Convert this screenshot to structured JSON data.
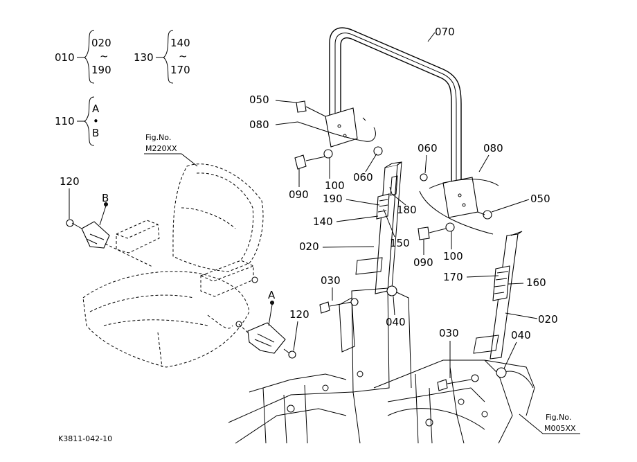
{
  "legend": {
    "range1": {
      "id": "010",
      "from": "020",
      "tilde": "~",
      "to": "190"
    },
    "range2": {
      "id": "130",
      "from": "140",
      "tilde": "~",
      "to": "170"
    },
    "range3": {
      "id": "110",
      "a": "A",
      "dot": "•",
      "b": "B"
    }
  },
  "fig_refs": {
    "seat": {
      "line1": "Fig.No.",
      "line2": "M220XX"
    },
    "frame": {
      "line1": "Fig.No.",
      "line2": "M005XX"
    }
  },
  "callouts": {
    "c070": "070",
    "c050_left": "050",
    "c080_left": "080",
    "c060_left": "060",
    "c090_left": "090",
    "c100_left": "100",
    "c190": "190",
    "c180": "180",
    "c140": "140",
    "c150": "150",
    "c020_left": "020",
    "c030_left": "030",
    "c040_left": "040",
    "c060_right": "060",
    "c080_right": "080",
    "c050_right": "050",
    "c090_right": "090",
    "c100_right": "100",
    "c170": "170",
    "c160": "160",
    "c020_right": "020",
    "c030_right": "030",
    "c040_right": "040",
    "c120_top": "120",
    "c120_bottom": "120",
    "cA": "A",
    "cB": "B"
  },
  "drawing_code": "K3811-042-10"
}
